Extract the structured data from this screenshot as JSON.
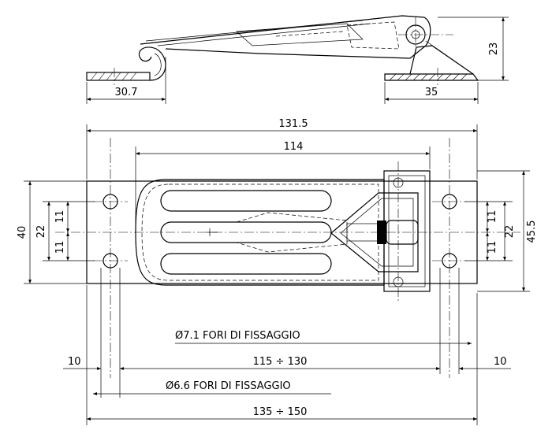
{
  "dimensions": {
    "top_left_width": "30.7",
    "top_right_width": "35",
    "top_height": "23",
    "overall_length": "131.5",
    "body_length": "114",
    "overall_height_left": "40",
    "pitch_left": "22",
    "half_left_upper": "11",
    "half_left_lower": "11",
    "overall_height_right": "45.5",
    "pitch_right": "22",
    "half_right_upper": "11",
    "half_right_lower": "11",
    "edge_left": "10",
    "edge_right": "10",
    "hole_spacing_a": "115 ÷ 130",
    "hole_spacing_b": "135 ÷ 150"
  },
  "notes": {
    "holes_large": "Ø7.1  FORI DI FISSAGGIO",
    "holes_small": "Ø6.6  FORI DI FISSAGGIO"
  }
}
